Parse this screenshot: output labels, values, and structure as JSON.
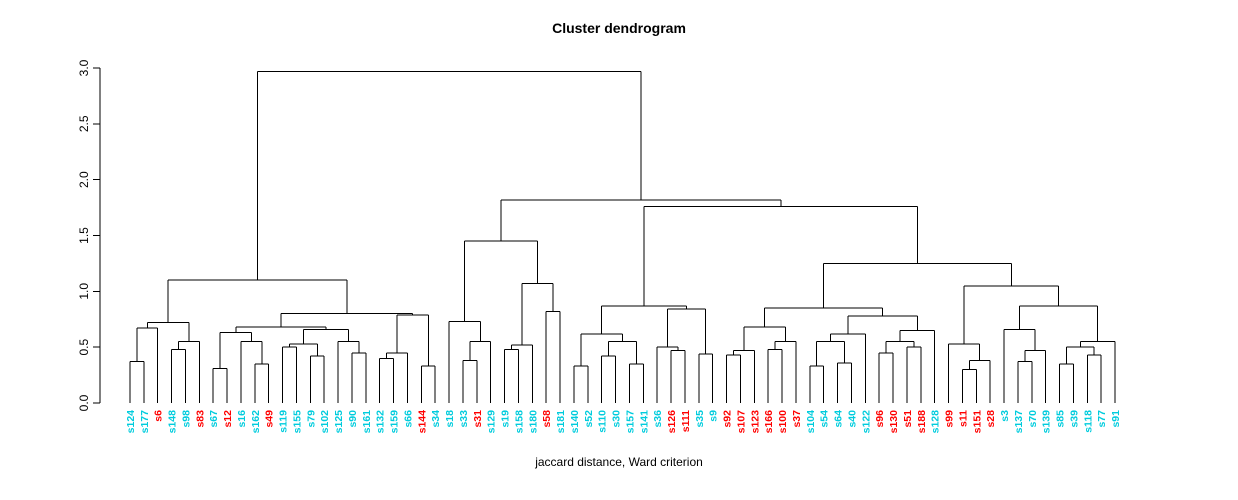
{
  "chart": {
    "title": "Cluster dendrogram",
    "xlabel": "jaccard distance, Ward criterion"
  },
  "chart_data": {
    "type": "dendrogram",
    "title": "Cluster dendrogram",
    "xlabel": "jaccard distance, Ward criterion",
    "ylabel": "",
    "ylim": [
      0,
      3
    ],
    "yticks": [
      0,
      0.5,
      1,
      1.5,
      2,
      2.5,
      3
    ],
    "grid": false,
    "legend": "none",
    "line_color": "#000000",
    "palette": {
      "c": "#00CCDD",
      "r": "#FF0000"
    },
    "labels": [
      "s124",
      "s177",
      "s6",
      "s148",
      "s98",
      "s83",
      "s67",
      "s12",
      "s16",
      "s162",
      "s49",
      "s119",
      "s155",
      "s79",
      "s102",
      "s125",
      "s90",
      "s161",
      "s132",
      "s159",
      "s66",
      "s144",
      "s34",
      "s18",
      "s33",
      "s31",
      "s129",
      "s19",
      "s158",
      "s180",
      "s58",
      "s181",
      "s140",
      "s52",
      "s110",
      "s30",
      "s157",
      "s141",
      "s36",
      "s126",
      "s111",
      "s35",
      "s9",
      "s92",
      "s107",
      "s123",
      "s166",
      "s100",
      "s37",
      "s104",
      "s54",
      "s64",
      "s40",
      "s122",
      "s96",
      "s130",
      "s51",
      "s188",
      "s128",
      "s99",
      "s11",
      "s151",
      "s28",
      "s3",
      "s137",
      "s70",
      "s139",
      "s85",
      "s39",
      "s118",
      "s77",
      "s91"
    ],
    "colors": [
      "c",
      "c",
      "r",
      "c",
      "c",
      "r",
      "c",
      "r",
      "c",
      "c",
      "r",
      "c",
      "c",
      "c",
      "c",
      "c",
      "c",
      "c",
      "c",
      "c",
      "c",
      "r",
      "c",
      "c",
      "c",
      "r",
      "c",
      "c",
      "c",
      "c",
      "r",
      "c",
      "c",
      "c",
      "c",
      "c",
      "c",
      "c",
      "c",
      "r",
      "r",
      "c",
      "c",
      "r",
      "r",
      "r",
      "r",
      "r",
      "r",
      "c",
      "c",
      "c",
      "c",
      "c",
      "r",
      "r",
      "r",
      "r",
      "c",
      "r",
      "r",
      "r",
      "r",
      "c",
      "c",
      "c",
      "c",
      "c",
      "c",
      "c",
      "c",
      "c"
    ],
    "merge_tree": [
      2.97,
      [
        1.1,
        [
          0.72,
          [
            0.67,
            [
              0.37,
              0,
              1
            ],
            2
          ],
          [
            0.55,
            [
              0.48,
              3,
              4
            ],
            5
          ]
        ],
        [
          0.8,
          [
            0.68,
            [
              0.63,
              [
                0.31,
                6,
                7
              ],
              [
                0.55,
                8,
                [
                  0.35,
                  9,
                  10
                ]
              ]
            ],
            [
              0.66,
              [
                0.53,
                [
                  0.5,
                  11,
                  12
                ],
                [
                  0.42,
                  13,
                  14
                ]
              ],
              [
                0.55,
                15,
                [
                  0.45,
                  16,
                  17
                ]
              ]
            ]
          ],
          [
            0.79,
            [
              0.45,
              [
                0.4,
                18,
                19
              ],
              20
            ],
            [
              0.33,
              21,
              22
            ]
          ]
        ]
      ],
      [
        1.82,
        [
          1.45,
          [
            0.73,
            23,
            [
              0.55,
              [
                0.38,
                24,
                25
              ],
              26
            ]
          ],
          [
            1.07,
            [
              0.52,
              [
                0.48,
                27,
                28
              ],
              29
            ],
            [
              0.82,
              30,
              31
            ]
          ]
        ],
        [
          1.76,
          [
            0.87,
            [
              0.62,
              [
                0.33,
                32,
                33
              ],
              [
                0.55,
                [
                  0.42,
                  34,
                  35
                ],
                [
                  0.35,
                  36,
                  37
                ]
              ]
            ],
            [
              0.84,
              [
                0.5,
                38,
                [
                  0.47,
                  39,
                  40
                ]
              ],
              [
                0.44,
                41,
                42
              ]
            ]
          ],
          [
            1.25,
            [
              0.85,
              [
                0.68,
                [
                  0.47,
                  [
                    0.43,
                    43,
                    44
                  ],
                  45
                ],
                [
                  0.55,
                  [
                    0.48,
                    46,
                    47
                  ],
                  48
                ]
              ],
              [
                0.78,
                [
                  0.62,
                  [
                    0.55,
                    [
                      0.33,
                      49,
                      50
                    ],
                    [
                      0.36,
                      51,
                      52
                    ]
                  ],
                  53
                ],
                [
                  0.65,
                  [
                    0.55,
                    [
                      0.45,
                      54,
                      55
                    ],
                    [
                      0.5,
                      56,
                      57
                    ]
                  ],
                  58
                ]
              ]
            ],
            [
              1.05,
              [
                0.53,
                59,
                [
                  0.38,
                  [
                    0.3,
                    60,
                    61
                  ],
                  62
                ]
              ],
              [
                0.87,
                [
                  0.66,
                  63,
                  [
                    0.47,
                    [
                      0.37,
                      64,
                      65
                    ],
                    66
                  ]
                ],
                [
                  0.55,
                  [
                    0.5,
                    [
                      0.35,
                      67,
                      68
                    ],
                    [
                      0.43,
                      69,
                      70
                    ]
                  ],
                  71
                ]
              ]
            ]
          ]
        ]
      ]
    ]
  }
}
